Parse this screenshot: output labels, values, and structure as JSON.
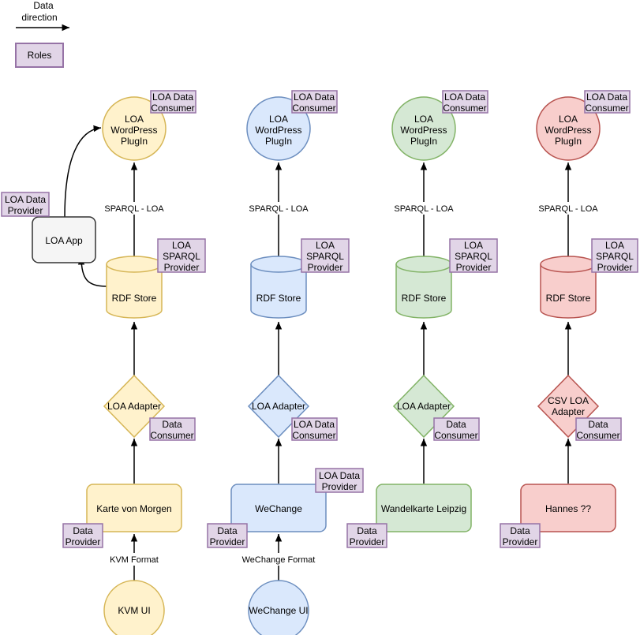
{
  "legend": {
    "direction_line1": "Data",
    "direction_line2": "direction",
    "roles_label": "Roles"
  },
  "colors": {
    "yellow_stroke": "#d6b656",
    "yellow_fill": "#fff2cc",
    "blue_stroke": "#6c8ebf",
    "blue_fill": "#dae8fc",
    "green_stroke": "#82b366",
    "green_fill": "#d5e8d4",
    "red_stroke": "#b85450",
    "red_fill": "#f8cecc",
    "gray_stroke": "#333333",
    "gray_fill": "#f5f5f5",
    "role_stroke": "#9673a6",
    "role_fill": "#e1d5e7"
  },
  "roles": {
    "loa_data_consumer_1": "LOA Data",
    "loa_data_consumer_2": "Consumer",
    "loa_sparql_1": "LOA",
    "loa_sparql_2": "SPARQL",
    "loa_sparql_3": "Provider",
    "data_consumer_1": "Data",
    "data_consumer_2": "Consumer",
    "data_provider_1": "Data",
    "data_provider_2": "Provider",
    "loa_data_provider_1": "LOA Data",
    "loa_data_provider_2": "Provider"
  },
  "plugin": {
    "line1": "LOA",
    "line2": "WordPress",
    "line3": "PlugIn"
  },
  "edge_sparql": "SPARQL - LOA",
  "store_label": "RDF Store",
  "loa_app": "LOA App",
  "columns": [
    {
      "adapter_line1": "LOA Adapter",
      "adapter_line2": "",
      "source": "Karte von Morgen",
      "format": "KVM Format",
      "ui": "KVM UI"
    },
    {
      "adapter_line1": "LOA Adapter",
      "adapter_line2": "",
      "source": "WeChange",
      "format": "WeChange Format",
      "ui": "WeChange UI"
    },
    {
      "adapter_line1": "LOA Adapter",
      "adapter_line2": "",
      "source": "Wandelkarte Leipzig"
    },
    {
      "adapter_line1": "CSV LOA",
      "adapter_line2": "Adapter",
      "source": "Hannes ??"
    }
  ]
}
